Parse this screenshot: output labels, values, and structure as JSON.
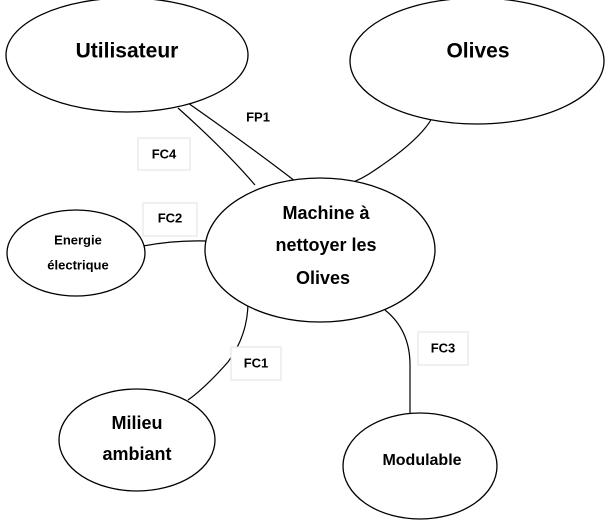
{
  "nodes": {
    "utilisateur": "Utilisateur",
    "olives": "Olives",
    "machine": [
      "Machine à",
      "nettoyer les",
      "Olives"
    ],
    "energie": [
      "Energie",
      "électrique"
    ],
    "milieu": [
      "Milieu",
      "ambiant"
    ],
    "modulable": "Modulable"
  },
  "functions": {
    "fp1": "FP1",
    "fc1": "FC1",
    "fc2": "FC2",
    "fc3": "FC3",
    "fc4": "FC4"
  },
  "colors": {
    "stroke": "#000000",
    "background": "#ffffff",
    "label_box_border": "#e2e2e2"
  }
}
